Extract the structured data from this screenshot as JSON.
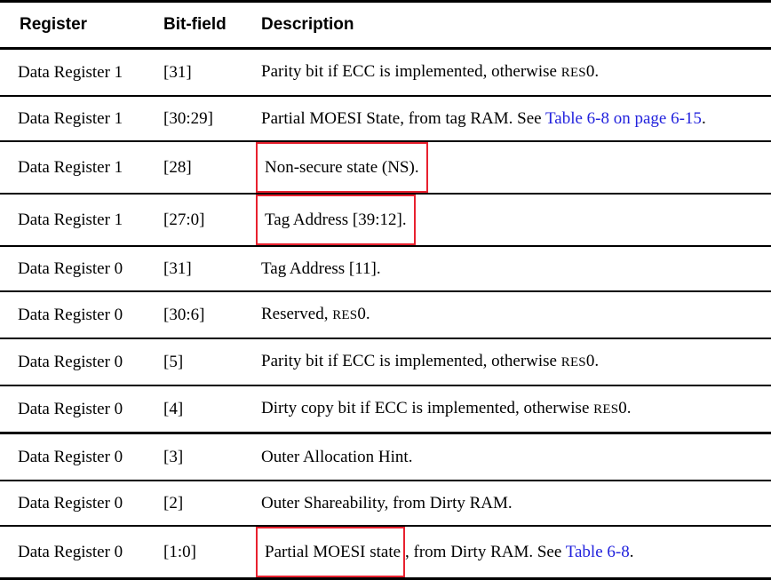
{
  "table": {
    "columns": [
      {
        "key": "register",
        "label": "Register"
      },
      {
        "key": "bitfield",
        "label": "Bit-field"
      },
      {
        "key": "description",
        "label": "Description"
      }
    ],
    "link_color": "#2222dd",
    "annotation_color": "#e8212f",
    "rows": [
      {
        "register": "Data Register 1",
        "bitfield": "[31]",
        "desc_pre": "Parity bit if ECC is implemented, otherwise ",
        "desc_abbr": "RES",
        "desc_abbr_tail": "0.",
        "desc_link": "",
        "desc_post": "",
        "boxed": false
      },
      {
        "register": "Data Register 1",
        "bitfield": "[30:29]",
        "desc_pre": "Partial MOESI State, from tag RAM. See ",
        "desc_abbr": "",
        "desc_abbr_tail": "",
        "desc_link": "Table 6-8 on page 6-15",
        "desc_post": ".",
        "boxed": false
      },
      {
        "register": "Data Register 1",
        "bitfield": "[28]",
        "desc_pre": "Non-secure state (NS).",
        "desc_abbr": "",
        "desc_abbr_tail": "",
        "desc_link": "",
        "desc_post": "",
        "boxed": true
      },
      {
        "register": "Data Register 1",
        "bitfield": "[27:0]",
        "desc_pre": "Tag Address [39:12].",
        "desc_abbr": "",
        "desc_abbr_tail": "",
        "desc_link": "",
        "desc_post": "",
        "boxed": true
      },
      {
        "register": "Data Register 0",
        "bitfield": "[31]",
        "desc_pre": "Tag Address [11].",
        "desc_abbr": "",
        "desc_abbr_tail": "",
        "desc_link": "",
        "desc_post": "",
        "boxed": false
      },
      {
        "register": "Data Register 0",
        "bitfield": "[30:6]",
        "desc_pre": "Reserved, ",
        "desc_abbr": "RES",
        "desc_abbr_tail": "0.",
        "desc_link": "",
        "desc_post": "",
        "boxed": false
      },
      {
        "register": "Data Register 0",
        "bitfield": "[5]",
        "desc_pre": "Parity bit if ECC is implemented, otherwise ",
        "desc_abbr": "RES",
        "desc_abbr_tail": "0.",
        "desc_link": "",
        "desc_post": "",
        "boxed": false
      },
      {
        "register": "Data Register 0",
        "bitfield": "[4]",
        "desc_pre": "Dirty copy bit if ECC is implemented, otherwise ",
        "desc_abbr": "RES",
        "desc_abbr_tail": "0.",
        "desc_link": "",
        "desc_post": "",
        "boxed": false
      },
      {
        "register": "Data Register 0",
        "bitfield": "[3]",
        "desc_pre": "Outer Allocation Hint.",
        "desc_abbr": "",
        "desc_abbr_tail": "",
        "desc_link": "",
        "desc_post": "",
        "boxed": false
      },
      {
        "register": "Data Register 0",
        "bitfield": "[2]",
        "desc_pre": "Outer Shareability, from Dirty RAM.",
        "desc_abbr": "",
        "desc_abbr_tail": "",
        "desc_link": "",
        "desc_post": "",
        "boxed": false
      },
      {
        "register": "Data Register 0",
        "bitfield": "[1:0]",
        "desc_boxed_text": "Partial MOESI state",
        "desc_pre": "",
        "desc_abbr": "",
        "desc_abbr_tail": "",
        "desc_mid": ", from Dirty RAM. See ",
        "desc_link": "Table 6-8",
        "desc_post": ".",
        "boxed": "partial"
      }
    ]
  }
}
